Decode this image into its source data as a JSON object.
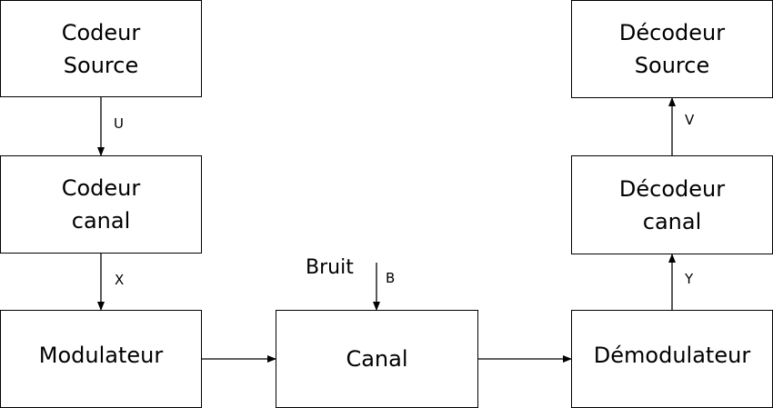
{
  "blocks": {
    "codeur_source": [
      "Codeur",
      "Source"
    ],
    "codeur_canal": [
      "Codeur",
      "canal"
    ],
    "modulateur": [
      "Modulateur"
    ],
    "canal": [
      "Canal"
    ],
    "demodulateur": [
      "Démodulateur"
    ],
    "decodeur_canal": [
      "Décodeur",
      "canal"
    ],
    "decodeur_source": [
      "Décodeur",
      "Source"
    ]
  },
  "signals": {
    "u": "U",
    "x": "X",
    "b": "B",
    "y": "Y",
    "v": "V"
  },
  "noise_source": "Bruit"
}
